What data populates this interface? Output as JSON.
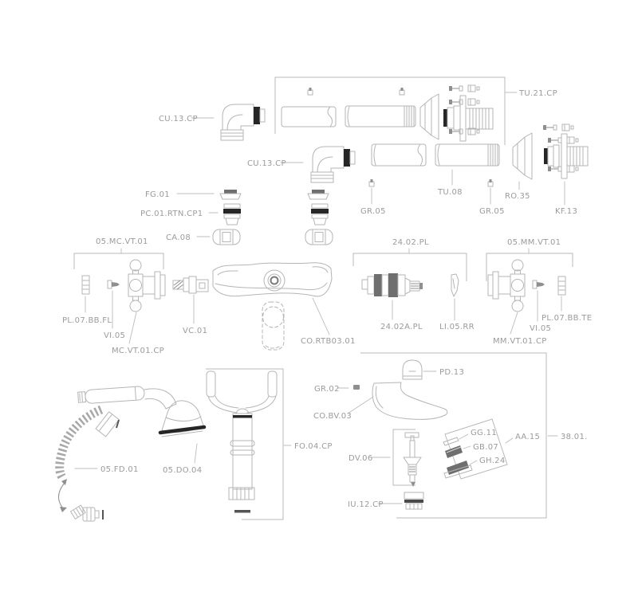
{
  "diagram": {
    "kind": "exploded-parts-diagram",
    "colors": {
      "background": "#ffffff",
      "line": "#b5b5b5",
      "label_text": "#9b9b9b",
      "dark_accent": "#262626"
    },
    "labels": {
      "tu21": "TU.21.CP",
      "cu13_top": "CU.13.CP",
      "cu13_mid": "CU.13.CP",
      "fg01": "FG.01",
      "pc01": "PC.01.RTN.CP1",
      "ca08": "CA.08",
      "gr05_left": "GR.05",
      "gr05_right": "GR.05",
      "tu08": "TU.08",
      "ro35": "RO.35",
      "kf13": "KF.13",
      "mc_group": "05.MC.VT.01",
      "pl07fl": "PL.07.BB.FL",
      "vi05_left": "VI.05",
      "mcvt": "MC.VT.01.CP",
      "vc01": "VC.01",
      "co_rtb": "CO.RTB03.01",
      "pl24_group": "24.02.PL",
      "pl24a": "24.02A.PL",
      "li05": "LI.05.RR",
      "mm_group": "05.MM.VT.01",
      "pl07te": "PL.07.BB.TE",
      "vi05_right": "VI.05",
      "mmvt": "MM.VT.01.CP",
      "pd13": "PD.13",
      "gr02": "GR.02",
      "cobv": "CO.BV.03",
      "fo04": "FO.04.CP",
      "fd01": "05.FD.01",
      "do04": "05.DO.04",
      "dv06": "DV.06",
      "iu12": "IU.12.CP",
      "gg11": "GG.11",
      "gb07": "GB.07",
      "gh24": "GH.24",
      "aa15": "AA.15",
      "group38": "38.01."
    }
  }
}
